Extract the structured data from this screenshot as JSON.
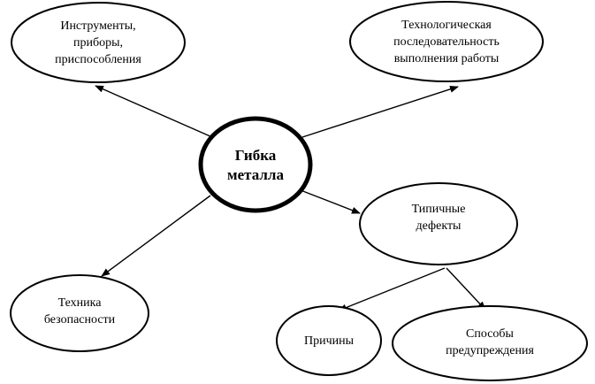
{
  "center": {
    "line1": "Гибка",
    "line2": "металла"
  },
  "nodes": {
    "tools": {
      "line1": "Инструменты,",
      "line2": "приборы,",
      "line3": "приспособления"
    },
    "sequence": {
      "line1": "Технологическая",
      "line2": "последовательность",
      "line3": "выполнения работы"
    },
    "safety": {
      "line1": "Техника",
      "line2": "безопасности"
    },
    "defects": {
      "line1": "Типичные",
      "line2": "дефекты"
    },
    "causes": {
      "line1": "Причины"
    },
    "prevention": {
      "line1": "Способы",
      "line2": "предупреждения"
    }
  }
}
